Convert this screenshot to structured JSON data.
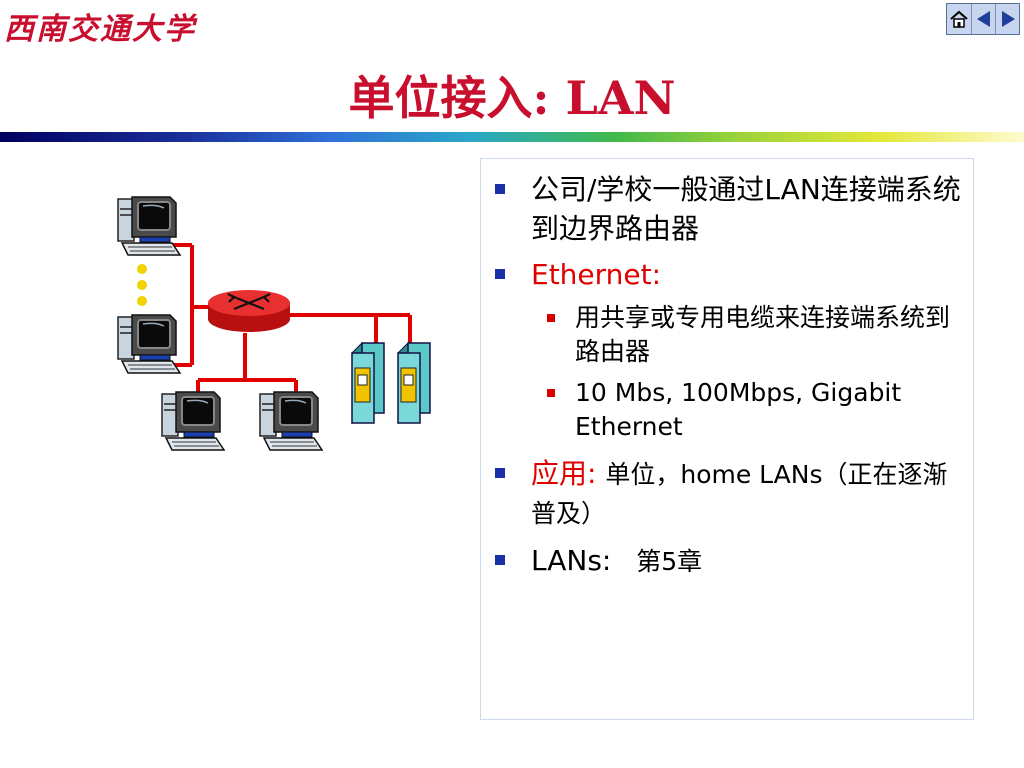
{
  "logo": "西南交通大学",
  "title": "单位接入: LAN",
  "nav": {
    "home": "home-button",
    "prev": "previous-button",
    "next": "next-button"
  },
  "bullets": {
    "b1": "公司/学校一般通过LAN连接端系统到边界路由器",
    "b2": "Ethernet:",
    "b2_sub1": "用共享或专用电缆来连接端系统到路由器",
    "b2_sub2": "10 Mbs, 100Mbps, Gigabit Ethernet",
    "b3_label": "应用:",
    "b3_text": "单位，home LANs（正在逐渐普及）",
    "b4_label": "LANs:",
    "b4_text": "第5章"
  },
  "colors": {
    "title": "#c8102e",
    "bullet_main": "#1a2fa8",
    "bullet_sub": "#d60000",
    "link_line": "#e00000",
    "router": "#e01818"
  },
  "diagram": {
    "hosts": [
      "host-top",
      "host-middle",
      "host-bottom-left",
      "host-bottom-right"
    ],
    "servers": [
      "server-left",
      "server-right"
    ],
    "router": "router"
  }
}
